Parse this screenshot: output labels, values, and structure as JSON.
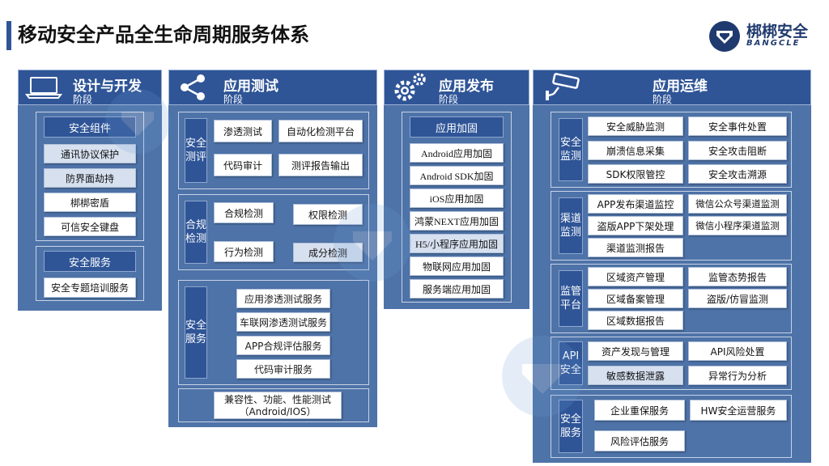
{
  "page": {
    "title": "移动安全产品全生命周期服务体系"
  },
  "logo": {
    "cn": "梆梆安全",
    "en": "BANGCLE"
  },
  "design": {
    "title": "设计与开发",
    "subtitle": "阶段",
    "components_header": "安全组件",
    "components": [
      "通讯协议保护",
      "防界面劫持",
      "梆梆密盾",
      "可信安全键盘"
    ],
    "services_header": "安全服务",
    "services": [
      "安全专题培训服务"
    ]
  },
  "testing": {
    "title": "应用测试",
    "subtitle": "阶段",
    "eval_label": "安全\n测评",
    "eval_items": [
      "渗透测试",
      "自动化检测平台",
      "代码审计",
      "测评报告输出"
    ],
    "comp_label": "合规\n检测",
    "comp_items": [
      "合规检测",
      "权限检测",
      "行为检测",
      "成分检测"
    ],
    "svc_label": "安全\n服务",
    "svc_items": [
      "应用渗透测试服务",
      "车联网渗透测试服务",
      "APP合规评估服务",
      "代码审计服务"
    ],
    "compat": {
      "line1": "兼容性、功能、性能测试",
      "line2": "（Android/IOS）"
    }
  },
  "release": {
    "title": "应用发布",
    "subtitle": "阶段",
    "header": "应用加固",
    "items": [
      "Android应用加固",
      "Android SDK加固",
      "iOS应用加固",
      "鸿蒙NEXT应用加固",
      "H5/小程序应用加固",
      "物联网应用加固",
      "服务端应用加固"
    ]
  },
  "ops": {
    "title": "应用运维",
    "subtitle": "阶段",
    "groups": [
      {
        "label": "安全\n监测",
        "items": [
          "安全威胁监测",
          "安全事件处置",
          "崩溃信息采集",
          "安全攻击阻断",
          "SDK权限管控",
          "安全攻击溯源"
        ]
      },
      {
        "label": "渠道\n监测",
        "items": [
          "APP发布渠道监控",
          "微信公众号渠道监测",
          "盗版APP下架处理",
          "微信小程序渠道监测",
          "渠道监测报告"
        ]
      },
      {
        "label": "监管\n平台",
        "items": [
          "区域资产管理",
          "监管态势报告",
          "区域备案管理",
          "盗版/仿冒监测",
          "区域数据报告"
        ]
      },
      {
        "label": "API\n安全",
        "items": [
          "资产发现与管理",
          "API风险处置",
          "敏感数据泄露",
          "异常行为分析"
        ]
      },
      {
        "label": "安全\n服务",
        "items": [
          "企业重保服务",
          "HW安全运营服务",
          "风险评估服务"
        ]
      }
    ]
  },
  "colors": {
    "dark": "#2f5597",
    "panel": "#4e73a8",
    "light": "#d6e0ef"
  }
}
